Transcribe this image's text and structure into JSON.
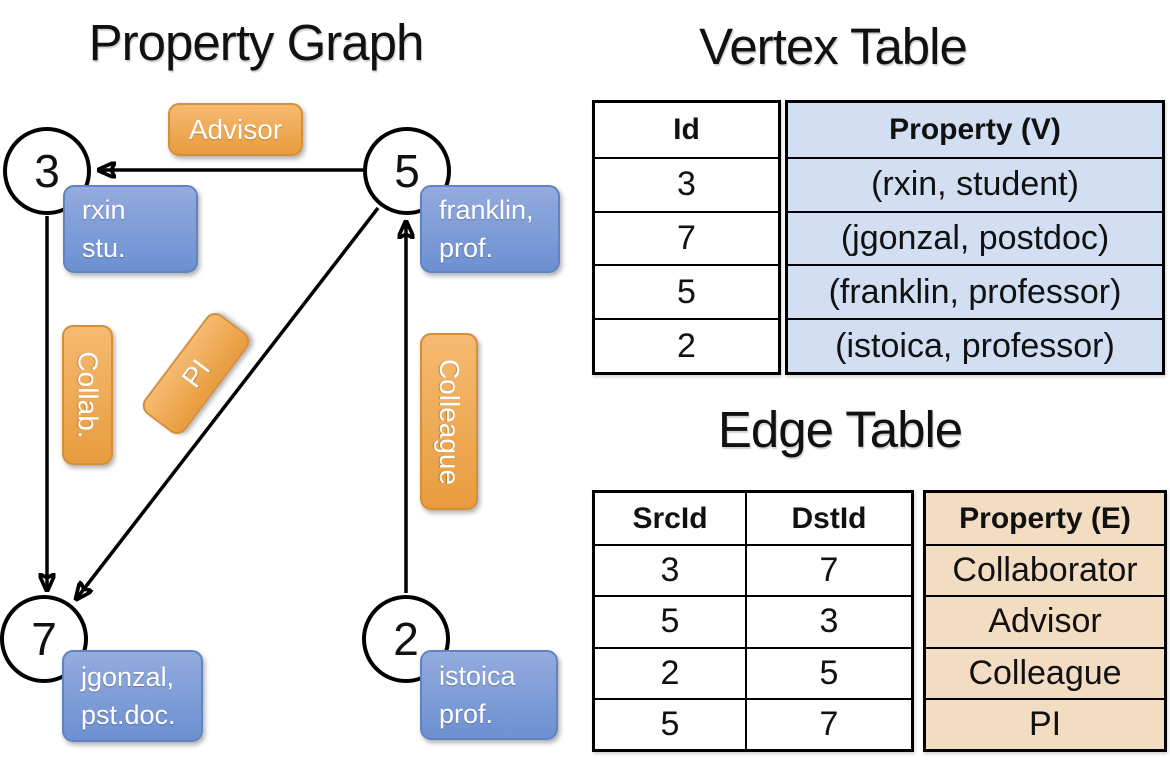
{
  "colors": {
    "background": "#ffffff",
    "line": "#000000",
    "orange_top": "#f5ba71",
    "orange_bottom": "#e99c3e",
    "orange_border": "#d68e3a",
    "blue_top": "#94abde",
    "blue_bottom": "#6c90d1",
    "blue_border": "#6083c4",
    "vertex_fill": "#d2def2",
    "edge_fill": "#f2dcc2",
    "text_light": "#ffffff",
    "text_dark": "#111111"
  },
  "graph": {
    "title": "Property Graph",
    "nodes": [
      {
        "label": "3"
      },
      {
        "label": "5"
      },
      {
        "label": "7"
      },
      {
        "label": "2"
      }
    ],
    "vertex_boxes": [
      {
        "line1": "rxin",
        "line2": "stu."
      },
      {
        "line1": "franklin,",
        "line2": "prof."
      },
      {
        "line1": "jgonzal,",
        "line2": "pst.doc."
      },
      {
        "line1": "istoica",
        "line2": "prof."
      }
    ],
    "edge_labels": {
      "advisor": "Advisor",
      "collab": "Collab.",
      "pi": "PI",
      "colleague": "Colleague"
    }
  },
  "vertex_table": {
    "title": "Vertex Table",
    "id_header": "Id",
    "property_header": "Property (V)",
    "rows": [
      {
        "id": "3",
        "property": "(rxin, student)"
      },
      {
        "id": "7",
        "property": "(jgonzal, postdoc)"
      },
      {
        "id": "5",
        "property": "(franklin, professor)"
      },
      {
        "id": "2",
        "property": "(istoica, professor)"
      }
    ]
  },
  "edge_table": {
    "title": "Edge Table",
    "src_header": "SrcId",
    "dst_header": "DstId",
    "property_header": "Property (E)",
    "rows": [
      {
        "src": "3",
        "dst": "7",
        "property": "Collaborator"
      },
      {
        "src": "5",
        "dst": "3",
        "property": "Advisor"
      },
      {
        "src": "2",
        "dst": "5",
        "property": "Colleague"
      },
      {
        "src": "5",
        "dst": "7",
        "property": "PI"
      }
    ]
  }
}
